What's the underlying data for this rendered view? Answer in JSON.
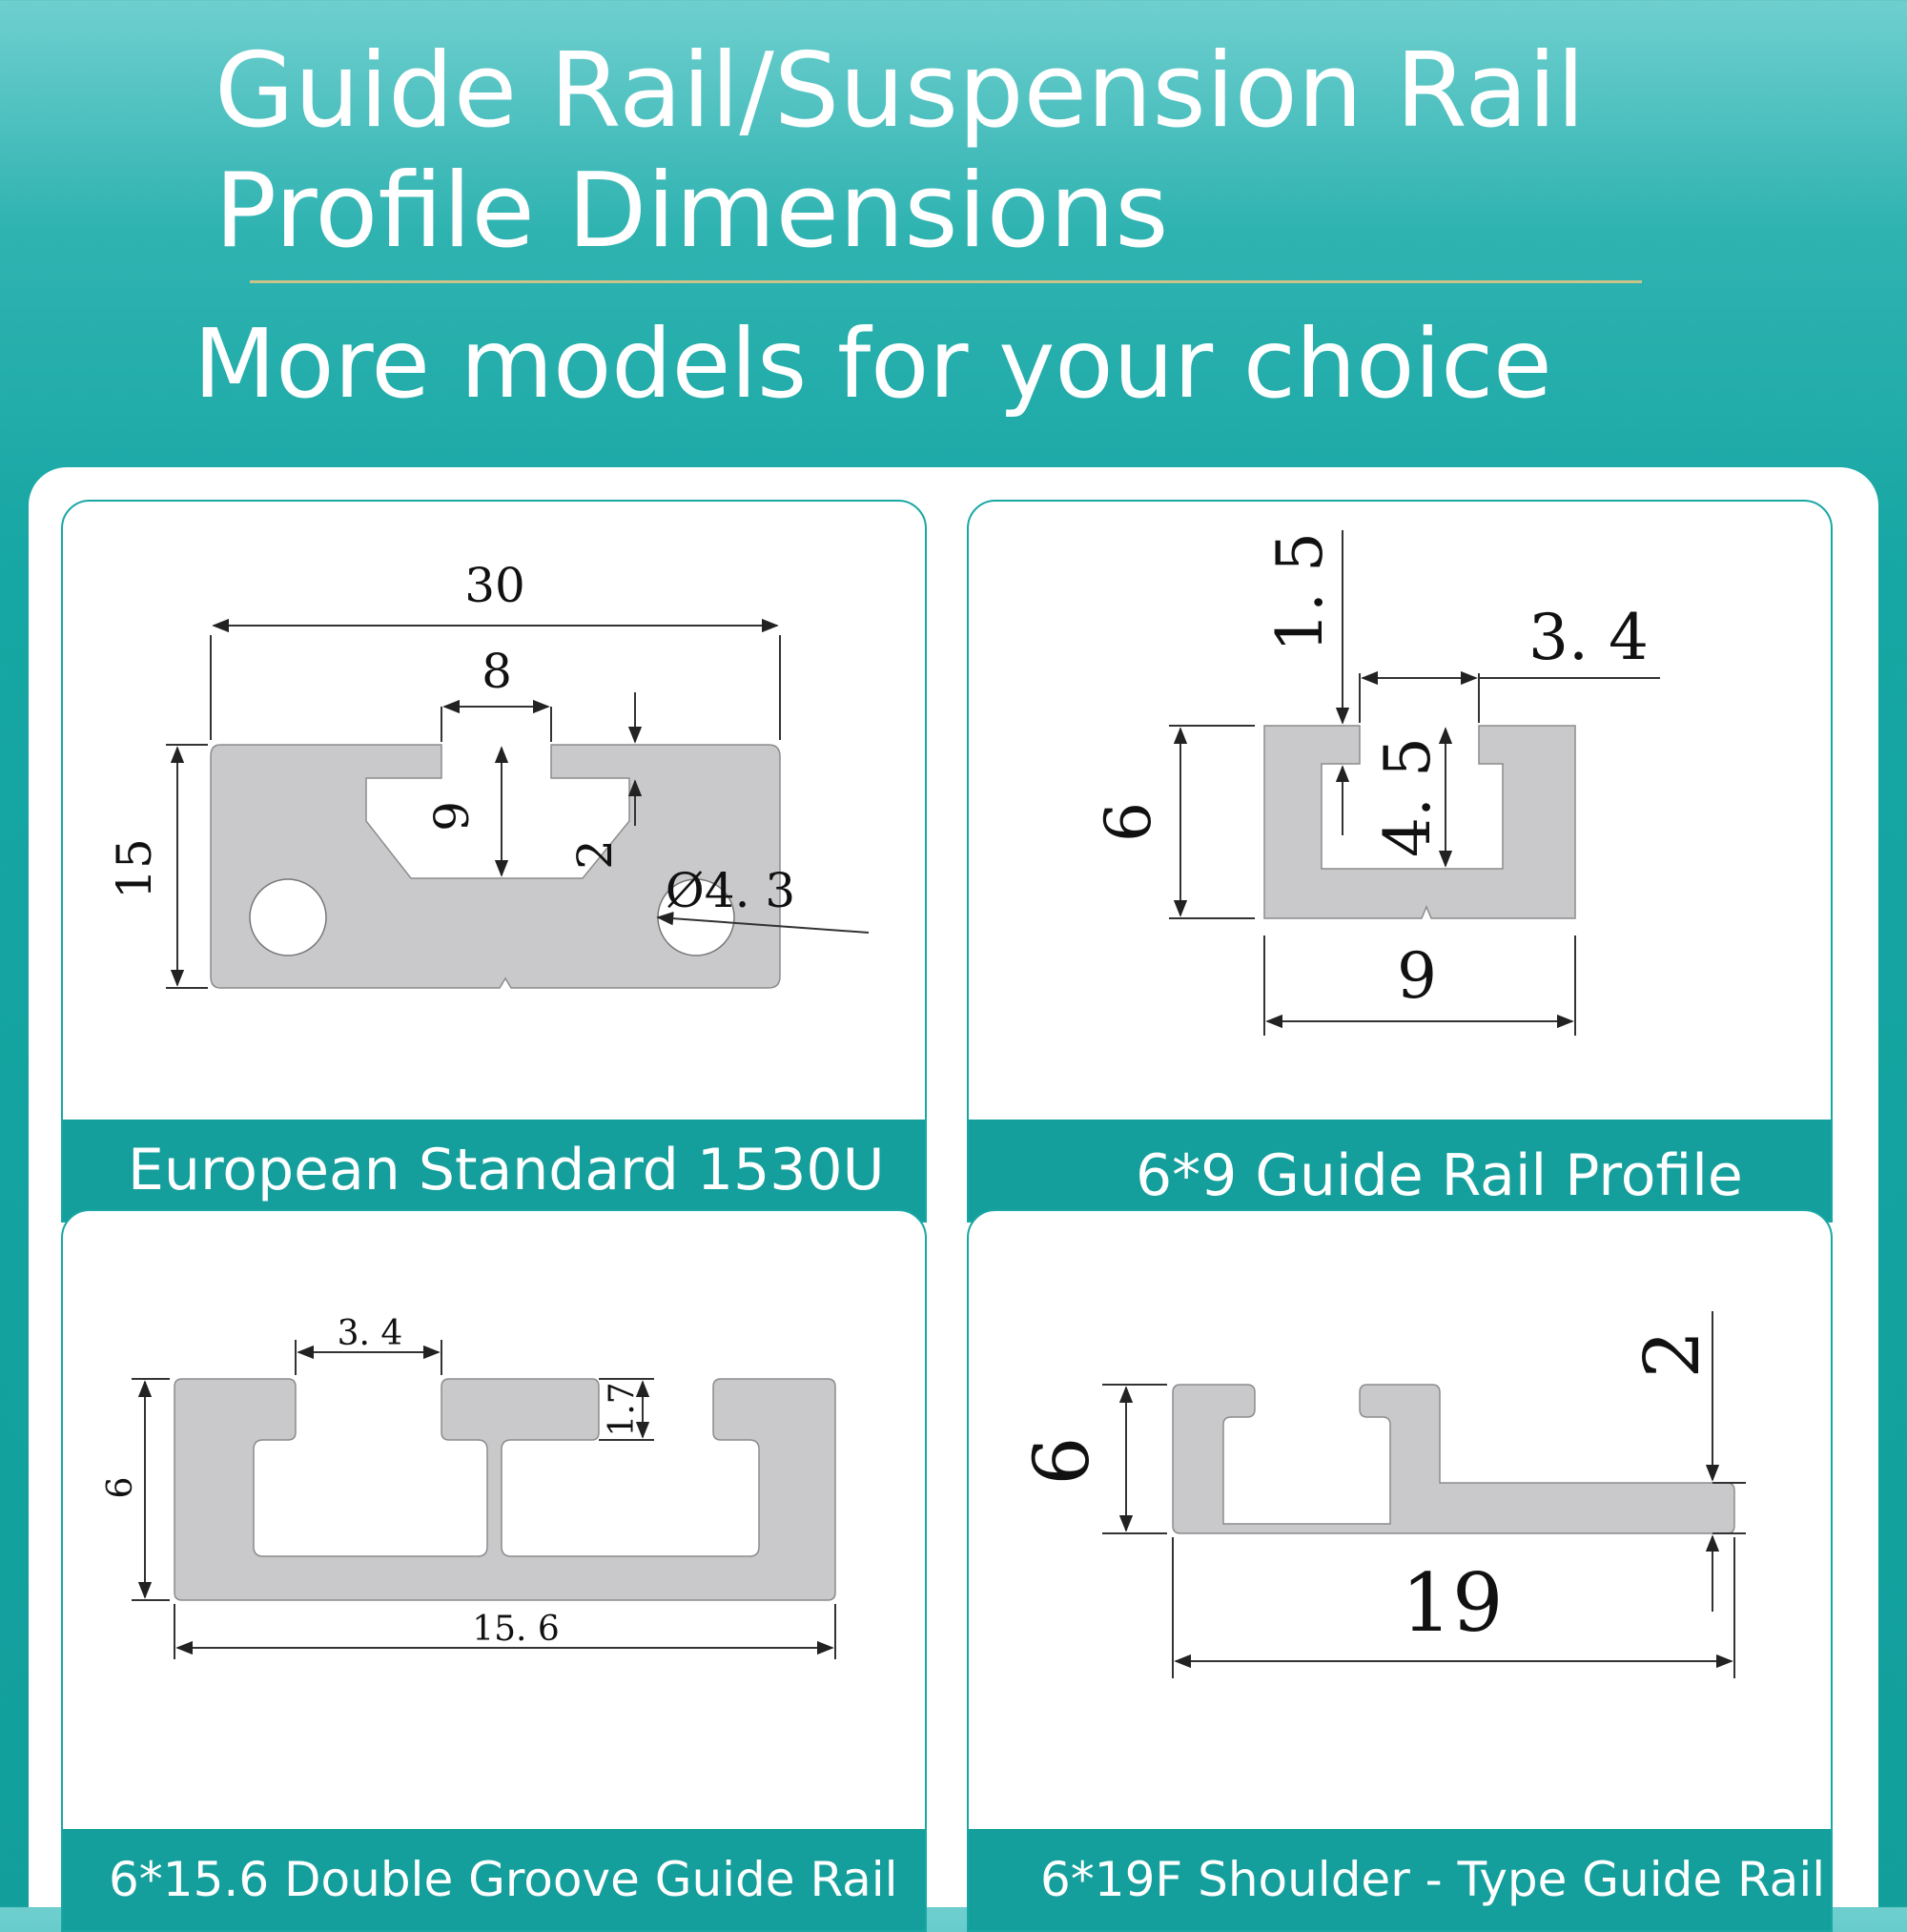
{
  "header": {
    "title_line1": "Guide Rail/Suspension Rail",
    "title_line2": "Profile Dimensions",
    "subtitle": "More models for your choice"
  },
  "colors": {
    "teal": "#149f9c",
    "white": "#ffffff",
    "profile_gray": "#c9c9cb",
    "divider": "#c9c48a"
  },
  "cards": [
    {
      "caption": "European Standard 1530U",
      "dims": {
        "width": "30",
        "slot_width": "8",
        "height": "15",
        "slot_depth": "9",
        "lip": "2",
        "hole": "Ø4. 3"
      }
    },
    {
      "caption": "6*9 Guide Rail Profile",
      "dims": {
        "lip": "1. 5",
        "opening": "3. 4",
        "height": "6",
        "inner": "4. 5",
        "width": "9"
      }
    },
    {
      "caption": "6*15.6 Double Groove Guide Rail",
      "dims": {
        "opening": "3. 4",
        "lip": "1.7",
        "height": "6",
        "width": "15. 6"
      }
    },
    {
      "caption": "6*19F Shoulder - Type Guide Rail",
      "dims": {
        "flange": "2",
        "height": "6",
        "width": "19"
      }
    }
  ]
}
